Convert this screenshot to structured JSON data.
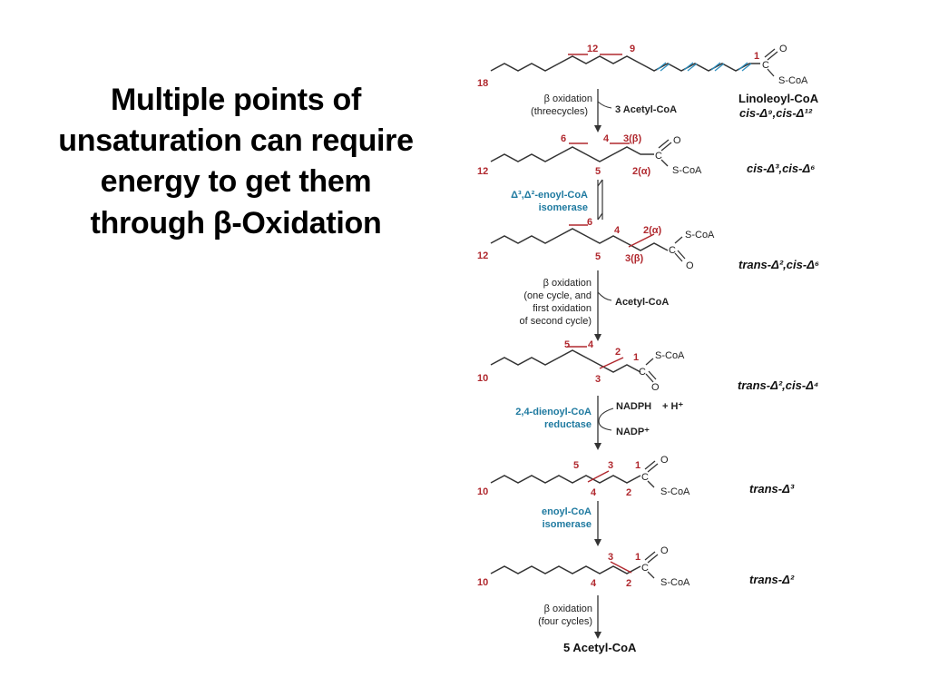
{
  "title": {
    "lines": [
      "Multiple points of",
      "unsaturation can require",
      "energy to get them",
      "through β-Oxidation"
    ]
  },
  "colors": {
    "chain": "#333333",
    "double_bond": "#b0282e",
    "enzyme": "#1f7aa0",
    "cut_mark": "#2b8fc0"
  },
  "diagram": {
    "mol1": {
      "c1": "1",
      "c9": "9",
      "c12": "12",
      "c18": "18",
      "cgroup": "C",
      "oxy": "O",
      "scoa": "S-CoA"
    },
    "step1": {
      "l1": "β oxidation",
      "l2": "(threecycles)",
      "product": "3 Acetyl-CoA"
    },
    "name1": {
      "name": "Linoleoyl-CoA",
      "notation": "cis-Δ⁹,cis-Δ¹²"
    },
    "mol2": {
      "c3": "3(β)",
      "c4": "4",
      "c5": "5",
      "c6": "6",
      "c2": "2(α)",
      "c12": "12",
      "cgroup": "C",
      "oxy": "O",
      "scoa": "S-CoA"
    },
    "name2": {
      "notation": "cis-Δ³,cis-Δ⁶"
    },
    "step2": {
      "l1": "Δ³,Δ²-enoyl-CoA",
      "l2": "isomerase"
    },
    "mol3": {
      "c6": "6",
      "c4": "4",
      "c2": "2(α)",
      "c5": "5",
      "c3": "3(β)",
      "c12": "12",
      "cgroup": "C",
      "oxy": "O",
      "scoa": "S-CoA"
    },
    "name3": {
      "notation": "trans-Δ²,cis-Δ⁶"
    },
    "step3": {
      "l1": "β oxidation",
      "l2": "(one cycle, and",
      "l3": "first oxidation",
      "l4": "of second cycle)",
      "product": "Acetyl-CoA"
    },
    "mol4": {
      "c5": "5",
      "c4": "4",
      "c2": "2",
      "c3": "3",
      "c1": "1",
      "c10": "10",
      "cgroup": "C",
      "oxy": "O",
      "scoa": "S-CoA"
    },
    "name4": {
      "notation": "trans-Δ²,cis-Δ⁴"
    },
    "step4": {
      "l1": "2,4-dienoyl-CoA",
      "l2": "reductase",
      "in1": "NADPH",
      "in2": "+ H⁺",
      "out": "NADP⁺"
    },
    "mol5": {
      "c5": "5",
      "c3": "3",
      "c1": "1",
      "c4": "4",
      "c2": "2",
      "c10": "10",
      "cgroup": "C",
      "oxy": "O",
      "scoa": "S-CoA"
    },
    "name5": {
      "notation": "trans-Δ³"
    },
    "step5": {
      "l1": "enoyl-CoA",
      "l2": "isomerase"
    },
    "mol6": {
      "c3": "3",
      "c1": "1",
      "c4": "4",
      "c2": "2",
      "c10": "10",
      "cgroup": "C",
      "oxy": "O",
      "scoa": "S-CoA"
    },
    "name6": {
      "notation": "trans-Δ²"
    },
    "step6": {
      "l1": "β oxidation",
      "l2": "(four cycles)",
      "product": "5 Acetyl-CoA"
    }
  }
}
